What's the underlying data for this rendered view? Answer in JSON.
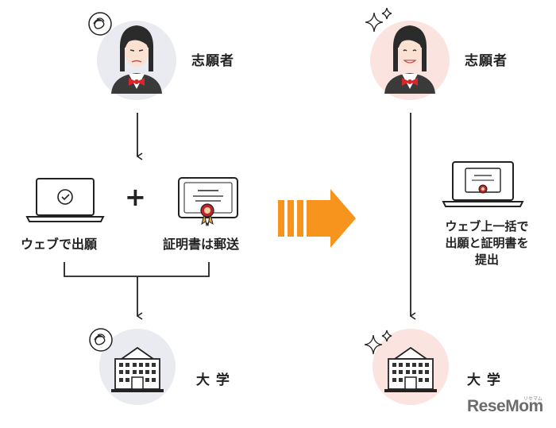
{
  "colors": {
    "before_circle": "#e9ebf0",
    "after_circle": "#fbe3e0",
    "arrow": "#f7941d",
    "line": "#222222",
    "ribbon": "#d9262b",
    "seal": "#c0242a"
  },
  "before": {
    "applicant_label": "志願者",
    "web_apply_label": "ウェブで出願",
    "certificate_label": "証明書は郵送",
    "plus_symbol": "+",
    "university_label": "大 学"
  },
  "after": {
    "applicant_label": "志願者",
    "caption_lines": [
      "ウェブ上一括で",
      "出願と証明書を",
      "提出"
    ],
    "university_label": "大 学"
  },
  "watermark": {
    "text": "ReseMom",
    "subtext": "リセマム"
  }
}
